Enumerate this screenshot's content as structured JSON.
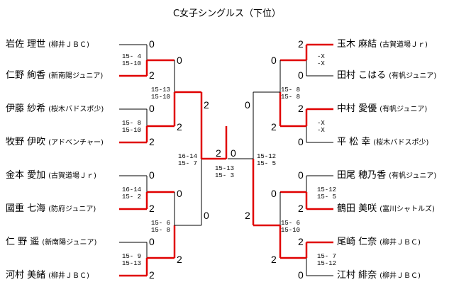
{
  "title": "C女子シングルス（下位）",
  "colors": {
    "winner_line": "#e00000",
    "line": "#000000"
  },
  "left_players": [
    {
      "name": "岩佐 理世",
      "team": "(柳井ＪＢＣ)",
      "r1_score": "0"
    },
    {
      "name": "仁野 絢香",
      "team": "(新南陽ジュニア)",
      "r1_score": "2"
    },
    {
      "name": "伊藤 紗希",
      "team": "(桜木バドスポ少)",
      "r1_score": "0"
    },
    {
      "name": "牧野 伊吹",
      "team": "(アドベンチャー)",
      "r1_score": "2"
    },
    {
      "name": "金本 愛加",
      "team": "(古賀道場Ｊｒ)",
      "r1_score": "0"
    },
    {
      "name": "國重 七海",
      "team": "(防府ジュニア)",
      "r1_score": "2"
    },
    {
      "name": "仁 野 遥",
      "team": "(新南陽ジュニア)",
      "r1_score": "0"
    },
    {
      "name": "河村 美緒",
      "team": "(柳井ＪＢＣ)",
      "r1_score": "2"
    }
  ],
  "right_players": [
    {
      "name": "玉木 麻結",
      "team": "(古賀道場Ｊｒ)",
      "r1_score": "2"
    },
    {
      "name": "田村 こはる",
      "team": "(有帆ジュニア)",
      "r1_score": "0"
    },
    {
      "name": "中村 愛優",
      "team": "(有帆ジュニア)",
      "r1_score": "2"
    },
    {
      "name": "平 松 幸",
      "team": "(桜木バドスポ少)",
      "r1_score": "0"
    },
    {
      "name": "田尾 穂乃香",
      "team": "(有帆ジュニア)",
      "r1_score": "0"
    },
    {
      "name": "鶴田 美咲",
      "team": "(富川シャトルズ)",
      "r1_score": "2"
    },
    {
      "name": "尾崎 仁奈",
      "team": "(柳井ＪＢＣ)",
      "r1_score": "2"
    },
    {
      "name": "江村 緋奈",
      "team": "(柳井ＪＢＣ)",
      "r1_score": "0"
    }
  ],
  "left_r1_details": [
    "15- 4\n15-10",
    "15- 8\n15-10",
    "16-14\n15- 2",
    "15- 9\n15-13"
  ],
  "right_r1_details": [
    "-X\n-X",
    "-X\n-X",
    "15-12\n15- 5",
    "15- 7\n15-12"
  ],
  "left_r2": {
    "top_scores": [
      "0",
      "2"
    ],
    "top_detail": "15-13\n15-10",
    "bottom_scores": [
      "0",
      "2"
    ],
    "bottom_detail": "15- 6\n15- 8"
  },
  "right_r2": {
    "top_scores": [
      "0",
      "2"
    ],
    "top_detail": "15- 8\n15- 8",
    "bottom_scores": [
      "0",
      "2"
    ],
    "bottom_detail": "15- 6\n15-10"
  },
  "left_r3": {
    "scores": [
      "2",
      "0"
    ],
    "detail": "16-14\n15- 7"
  },
  "right_r3": {
    "scores": [
      "0",
      "2"
    ],
    "detail": "15-12\n15- 5"
  },
  "final": {
    "left_score": "2",
    "right_score": "0",
    "detail": "15-13\n15- 3"
  }
}
